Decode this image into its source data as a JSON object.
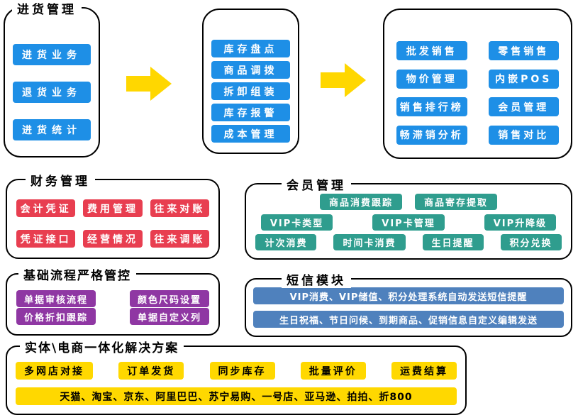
{
  "colors": {
    "node_blue": "#1E8FE6",
    "node_red": "#E83E50",
    "node_teal": "#2F9D8E",
    "node_purple": "#8F37A3",
    "bar_steel_blue": "#4F81BD",
    "node_yellow": "#FFD800",
    "arrow_yellow": "#FFD700",
    "panel_border": "#000000"
  },
  "purchase": {
    "title": "进货管理",
    "items": [
      "进货业务",
      "退货业务",
      "进货统计"
    ]
  },
  "inventory": {
    "items": [
      "库存盘点",
      "商品调拨",
      "拆卸组装",
      "库存报警",
      "成本管理"
    ]
  },
  "sales": {
    "items": [
      "批发销售",
      "零售销售",
      "物价管理",
      "内嵌POS",
      "销售排行榜",
      "会员管理",
      "畅滞销分析",
      "销售对比"
    ]
  },
  "finance": {
    "title": "财务管理",
    "items": [
      "会计凭证",
      "费用管理",
      "往来对账",
      "凭证接口",
      "经营情况",
      "往来调账"
    ]
  },
  "member": {
    "title": "会员管理",
    "row1": [
      "商品消费跟踪",
      "商品寄存提取"
    ],
    "row2": [
      "VIP卡类型",
      "VIP卡管理",
      "VIP升降级"
    ],
    "row3": [
      "计次消费",
      "时间卡消费",
      "生日提醒",
      "积分兑换"
    ]
  },
  "process": {
    "title": "基础流程严格管控",
    "items": [
      "单据审核流程",
      "颜色尺码设置",
      "价格折扣跟踪",
      "单据自定义列"
    ]
  },
  "sms": {
    "title": "短信模块",
    "lines": [
      "VIP消费、VIP储值、积分处理系统自动发送短信提醒",
      "生日祝福、节日问候、到期商品、促销信息自定义编辑发送"
    ]
  },
  "ecommerce": {
    "title": "实体\\电商一体化解决方案",
    "items": [
      "多网店对接",
      "订单发货",
      "同步库存",
      "批量评价",
      "运费结算"
    ],
    "platforms": "天猫、淘宝、京东、阿里巴巴、苏宁易购、一号店、亚马逊、拍拍、折800"
  }
}
